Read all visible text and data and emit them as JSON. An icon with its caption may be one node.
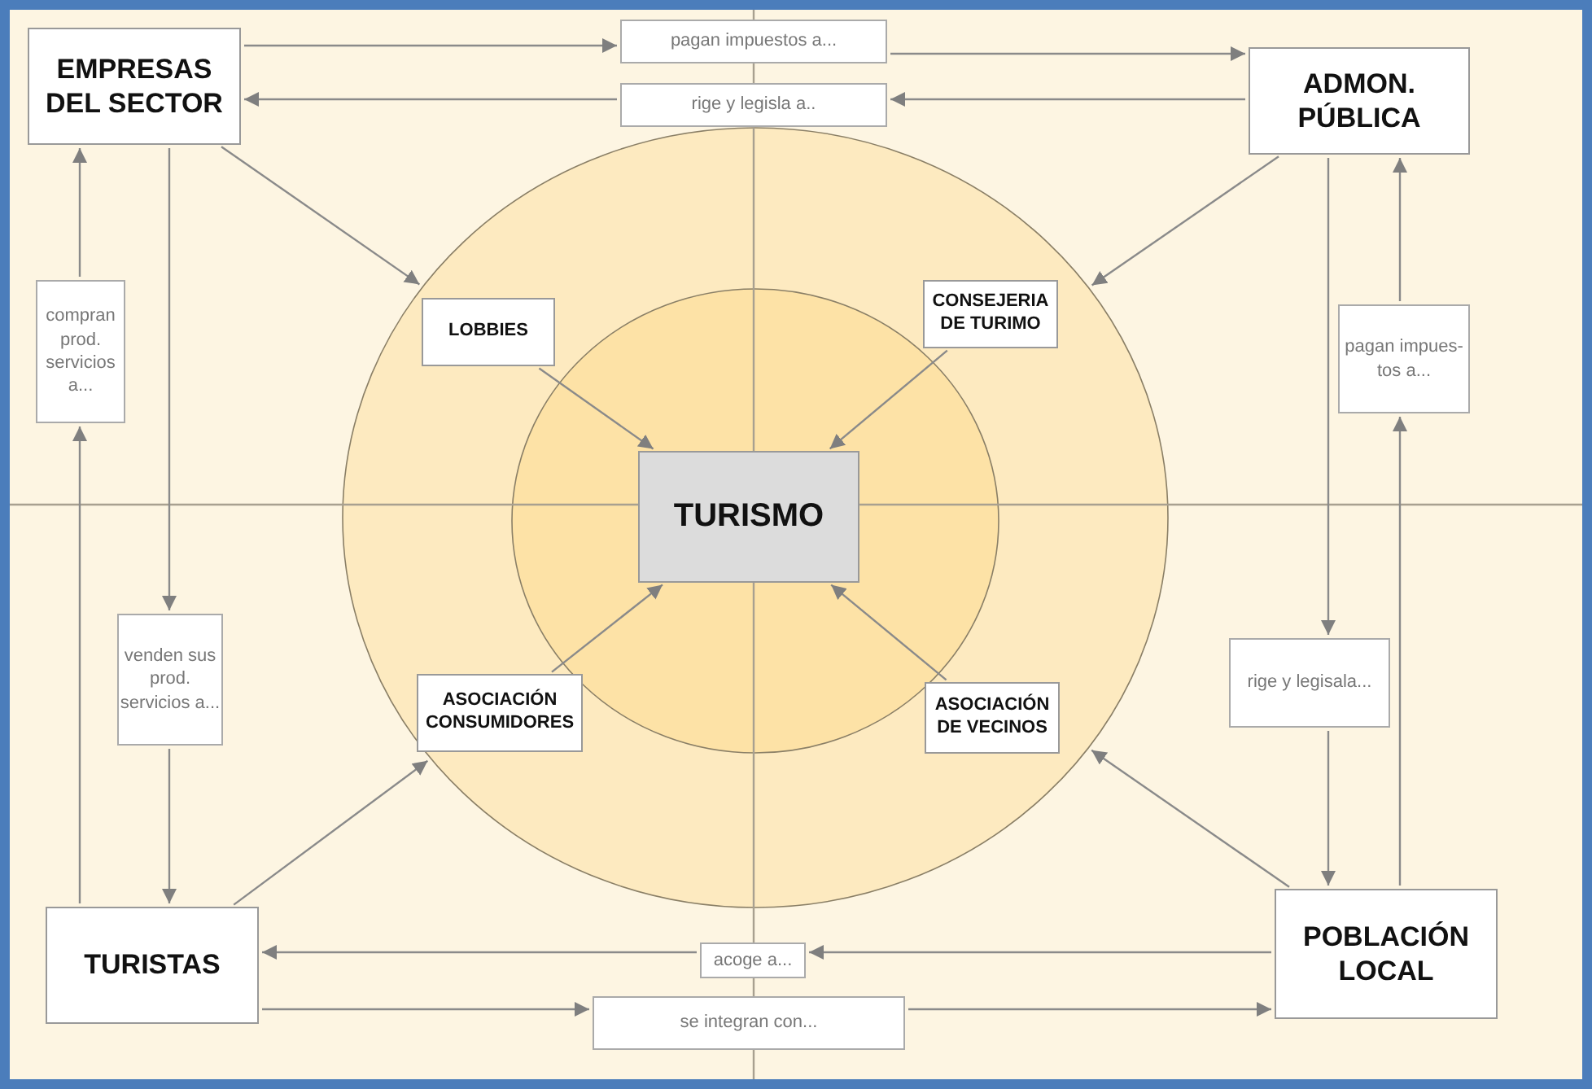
{
  "diagram": {
    "nodes": [
      {
        "text": [
          "EMPRESAS DEL SECTOR"
        ]
      },
      {
        "text": [
          "pagan impuestos a..."
        ]
      },
      {
        "text": [
          "rige y legisla a.."
        ]
      },
      {
        "text": [
          "ADMON. PÚBLICA"
        ]
      },
      {
        "text": [
          "compran prod. servicios a..."
        ]
      },
      {
        "text": [
          "pagan impues- tos a..."
        ]
      },
      {
        "text": [],
        "shape": "circle"
      },
      {
        "text": [
          "LOBBIES"
        ],
        "in": 6
      },
      {
        "text": [
          "CONSEJERIA DE TURIMO"
        ],
        "in": 6
      },
      {
        "text": [],
        "shape": "circle",
        "in": 6
      },
      {
        "text": [
          "TURISMO"
        ],
        "in": 9
      },
      {
        "text": [
          "venden sus prod. servicios a..."
        ]
      },
      {
        "text": [
          "ASOCIACIÓN CONSUMIDORES"
        ],
        "in": 6
      },
      {
        "text": [
          "ASOCIACIÓN DE VECINOS"
        ],
        "in": 6
      },
      {
        "text": [
          "rige y legisala..."
        ]
      },
      {
        "text": [
          "TURISTAS"
        ]
      },
      {
        "text": [
          "acoge a..."
        ]
      },
      {
        "text": [
          "se integran con..."
        ]
      },
      {
        "text": [
          "POBLACIÓN LOCAL"
        ]
      }
    ],
    "edges": [
      {
        "from": 0,
        "to": 1,
        "arrow": "to"
      },
      {
        "from": 1,
        "to": 3,
        "arrow": "to"
      },
      {
        "from": 3,
        "to": 2,
        "arrow": "to"
      },
      {
        "from": 2,
        "to": 0,
        "arrow": "to"
      },
      {
        "from": 0,
        "to": 6,
        "arrow": "to"
      },
      {
        "from": 3,
        "to": 6,
        "arrow": "to"
      },
      {
        "from": 15,
        "to": 4,
        "arrow": "to"
      },
      {
        "from": 4,
        "to": 0,
        "arrow": "to"
      },
      {
        "from": 0,
        "to": 11,
        "arrow": "to"
      },
      {
        "from": 11,
        "to": 15,
        "arrow": "to"
      },
      {
        "from": 3,
        "to": 14,
        "arrow": "to"
      },
      {
        "from": 14,
        "to": 18,
        "arrow": "to"
      },
      {
        "from": 18,
        "to": 5,
        "arrow": "to"
      },
      {
        "from": 5,
        "to": 3,
        "arrow": "to"
      },
      {
        "from": 7,
        "to": 10,
        "arrow": "to"
      },
      {
        "from": 8,
        "to": 10,
        "arrow": "to"
      },
      {
        "from": 12,
        "to": 10,
        "arrow": "to"
      },
      {
        "from": 13,
        "to": 10,
        "arrow": "to"
      },
      {
        "from": 15,
        "to": 6,
        "arrow": "to"
      },
      {
        "from": 18,
        "to": 6,
        "arrow": "to"
      },
      {
        "from": 18,
        "to": 16,
        "arrow": "to"
      },
      {
        "from": 16,
        "to": 15,
        "arrow": "to"
      },
      {
        "from": 15,
        "to": 17,
        "arrow": "to"
      },
      {
        "from": 17,
        "to": 18,
        "arrow": "to"
      }
    ]
  }
}
